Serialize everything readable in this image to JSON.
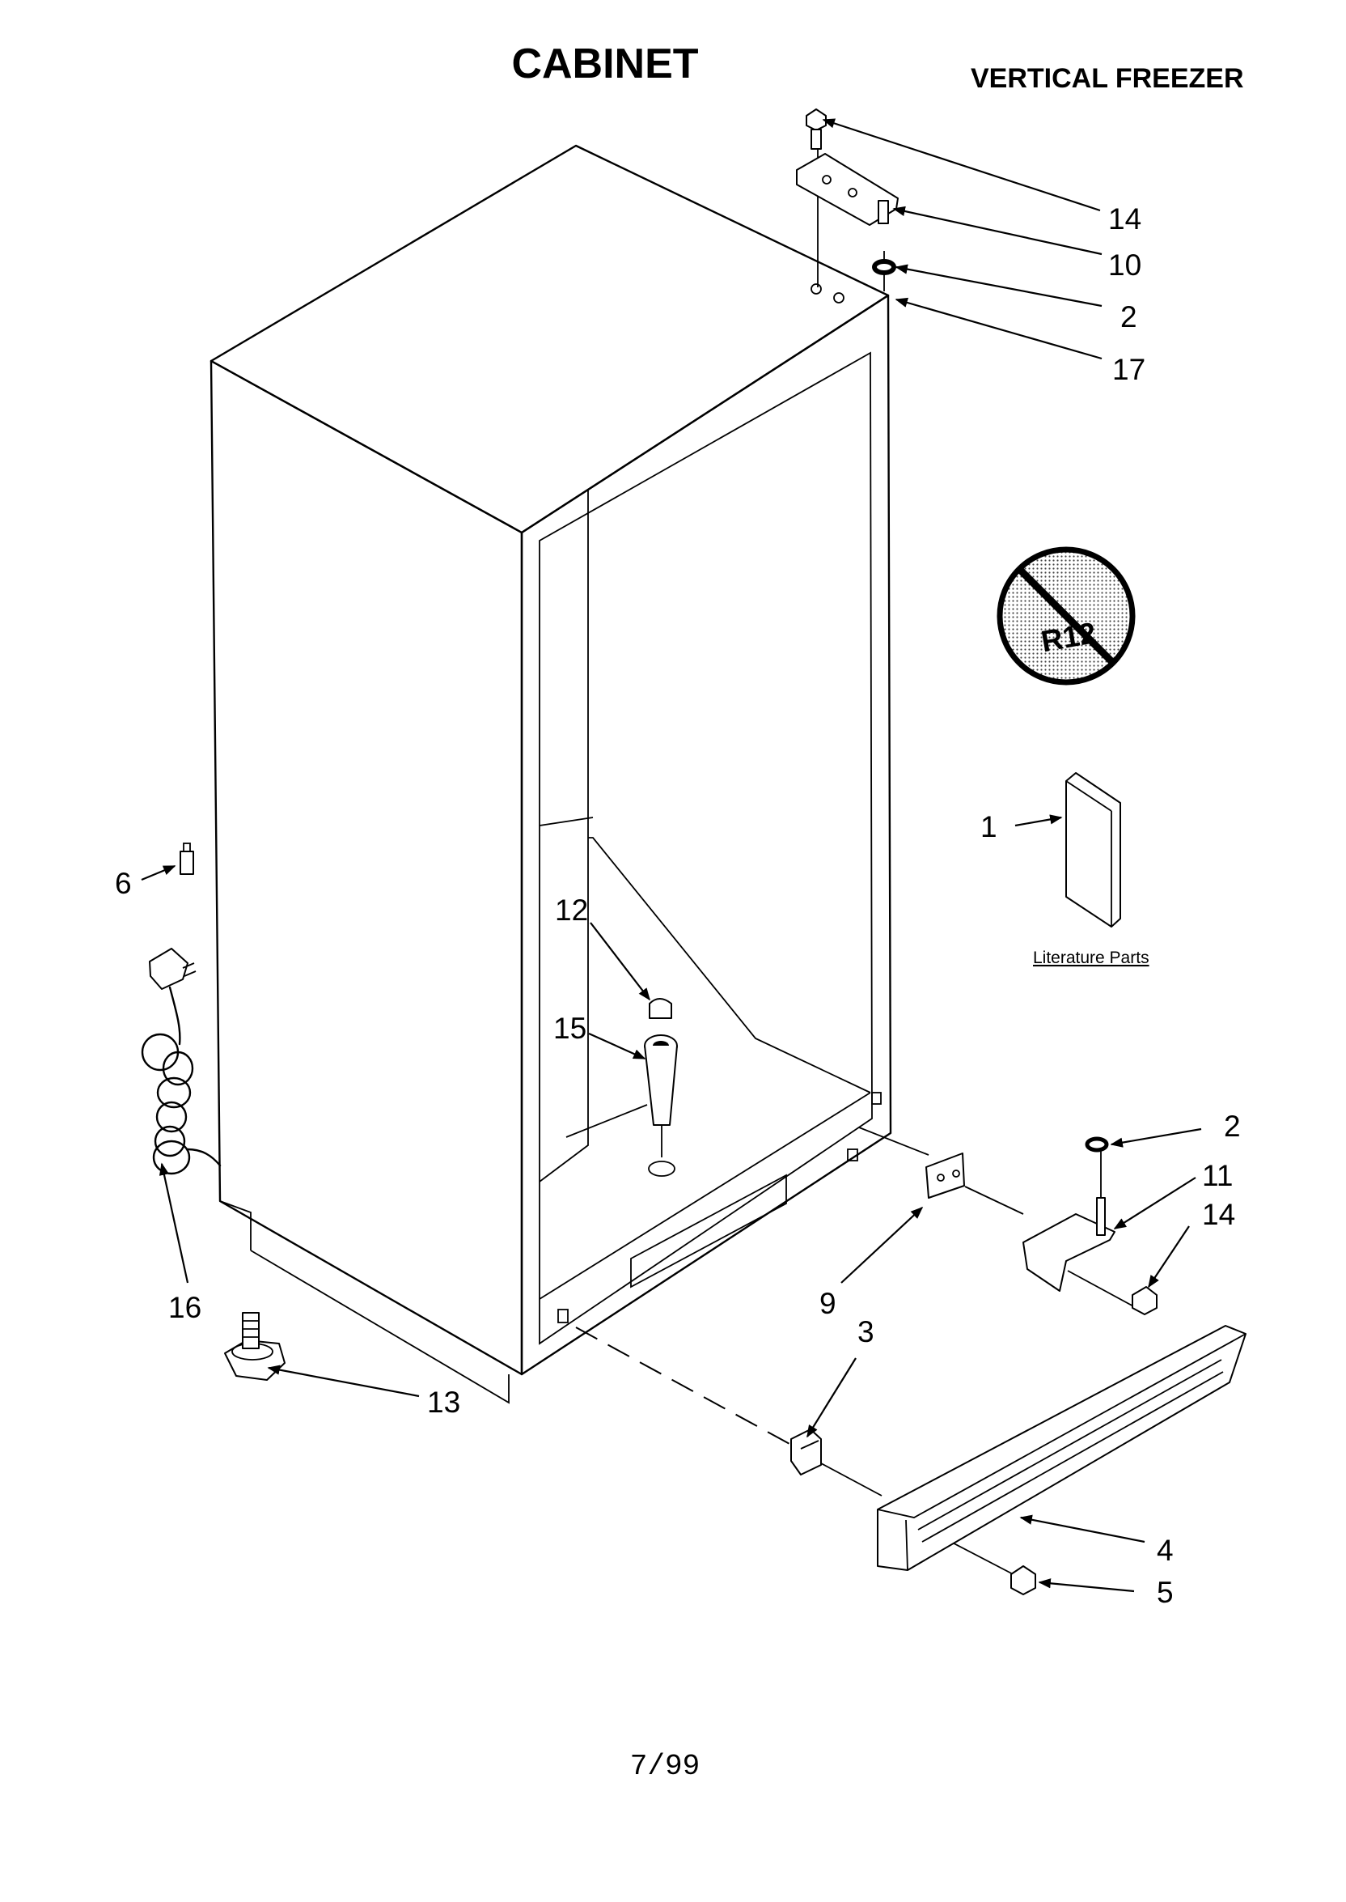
{
  "header": {
    "title": "CABINET",
    "subtitle": "VERTICAL FREEZER"
  },
  "callouts": [
    {
      "id": "c14a",
      "label": "14"
    },
    {
      "id": "c10",
      "label": "10"
    },
    {
      "id": "c2a",
      "label": "2"
    },
    {
      "id": "c17",
      "label": "17"
    },
    {
      "id": "c1",
      "label": "1"
    },
    {
      "id": "c6",
      "label": "6"
    },
    {
      "id": "c12",
      "label": "12"
    },
    {
      "id": "c15",
      "label": "15"
    },
    {
      "id": "c16",
      "label": "16"
    },
    {
      "id": "c2b",
      "label": "2"
    },
    {
      "id": "c11",
      "label": "11"
    },
    {
      "id": "c14b",
      "label": "14"
    },
    {
      "id": "c9",
      "label": "9"
    },
    {
      "id": "c3",
      "label": "3"
    },
    {
      "id": "c13",
      "label": "13"
    },
    {
      "id": "c4",
      "label": "4"
    },
    {
      "id": "c5",
      "label": "5"
    }
  ],
  "literature": {
    "caption": "Literature Parts"
  },
  "badge": {
    "text": "R12"
  },
  "footer": {
    "page_code": "7/99"
  }
}
